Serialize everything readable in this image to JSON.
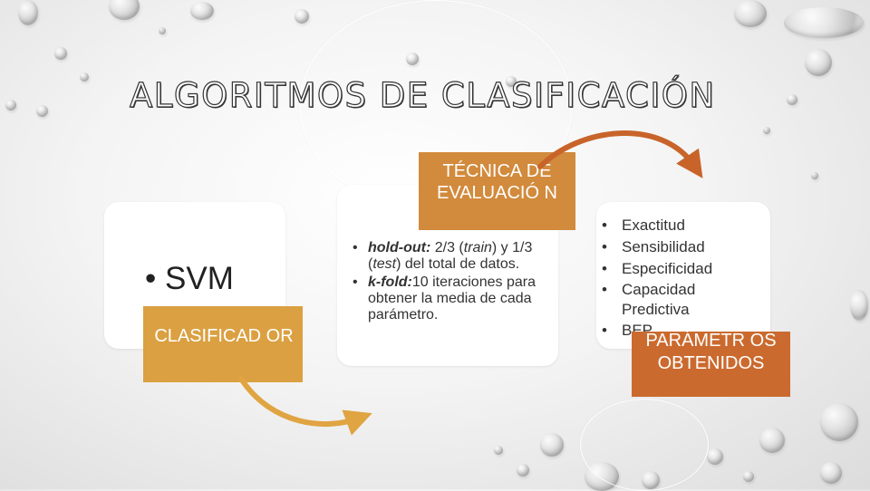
{
  "slide": {
    "title": "ALGORITMOS DE CLASIFICACIÓN"
  },
  "left_card": {
    "bullet": "SVM",
    "label": "CLASIFICAD OR"
  },
  "middle_card": {
    "header": "TÉCNICA DE EVALUACIÓ N",
    "items": [
      {
        "bold": "hold-out:",
        "t1": " 2/3 (",
        "i1": "train",
        "t2": ") y 1/3 (",
        "i2": "test",
        "t3": ") del total de datos."
      },
      {
        "bold": "k-fold:",
        "t1": "10 iteraciones para obtener la media de cada parámetro."
      }
    ]
  },
  "right_card": {
    "items": [
      "Exactitud",
      "Sensibilidad",
      "Especificidad",
      "Capacidad Predictiva",
      "BEP"
    ],
    "label": "PARÁMETR OS OBTENIDOS"
  },
  "colors": {
    "orange_left": "#dba041",
    "orange_mid": "#d28a3c",
    "orange_right": "#cb6a2e",
    "arrow_bottom": "#e0a442",
    "arrow_top": "#c8642a"
  },
  "icons": {
    "arrow_1": "curved-arrow-icon",
    "arrow_2": "curved-arrow-icon"
  }
}
